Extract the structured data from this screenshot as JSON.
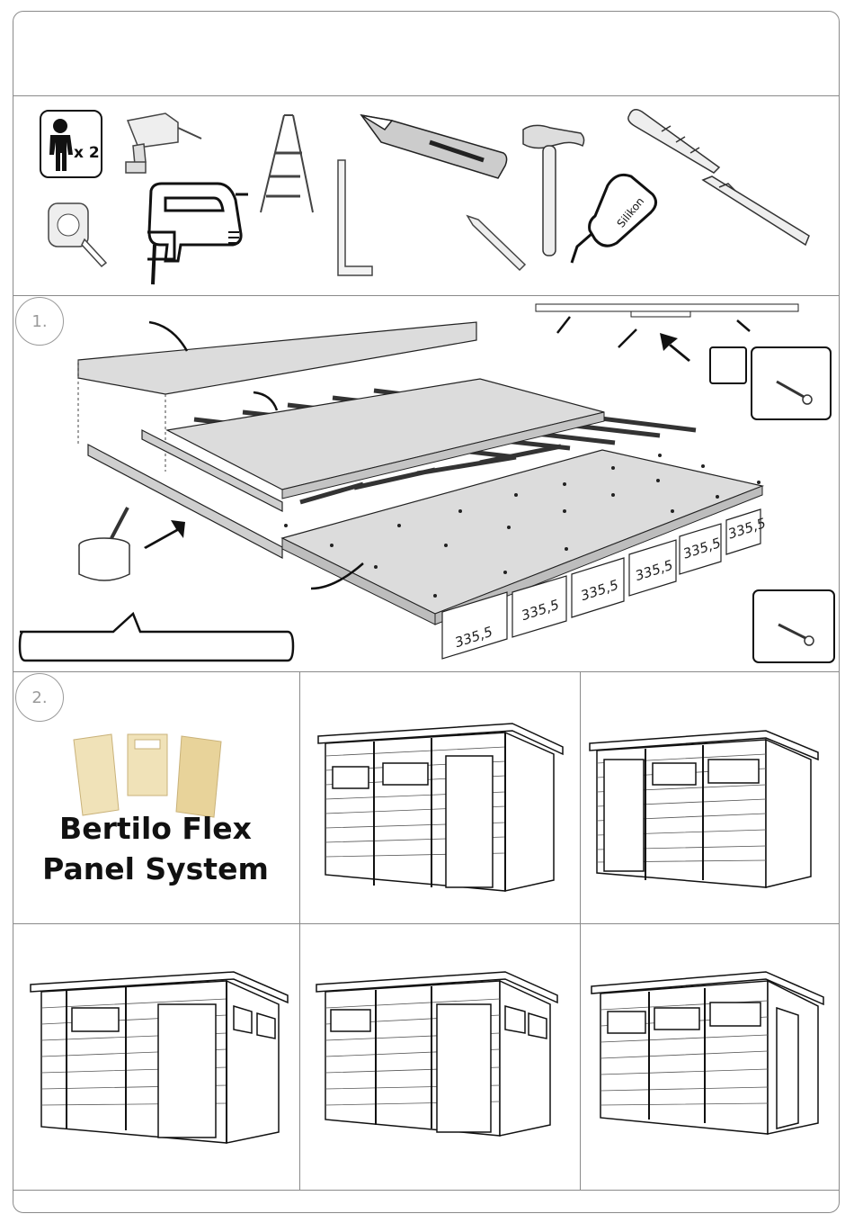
{
  "step1": {
    "number": "1."
  },
  "step2": {
    "number": "2."
  },
  "tools": {
    "persons": "x 2",
    "glue_label": "Silikon"
  },
  "dimensions": [
    "335,5",
    "335,5",
    "335,5",
    "335,5",
    "335,5",
    "335,5"
  ],
  "brand": {
    "line1": "Bertilo Flex",
    "line2": "Panel System"
  }
}
